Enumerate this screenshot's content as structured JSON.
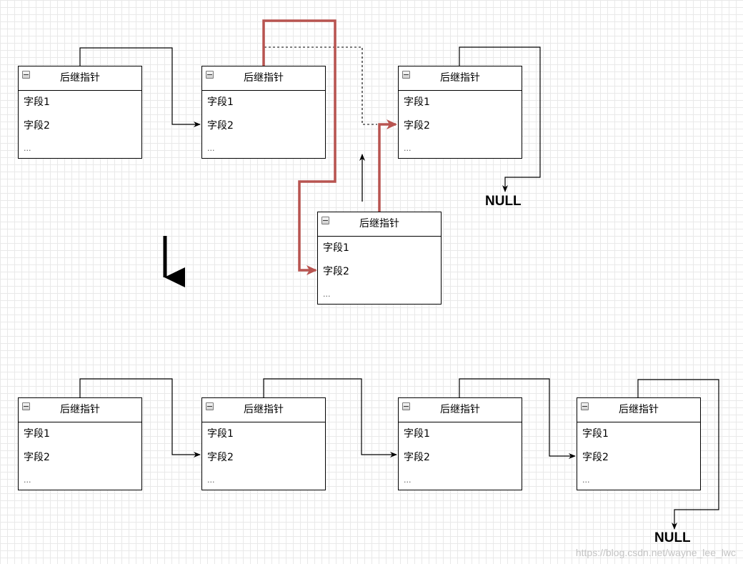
{
  "node": {
    "header": "后继指针",
    "fields": [
      "字段1",
      "字段2"
    ],
    "more": "..."
  },
  "null_label": "NULL",
  "watermark": "https://blog.csdn.net/wayne_lee_lwc",
  "colors": {
    "highlight_arrow": "#b85450",
    "line": "#000000",
    "grid": "#e9e9e9"
  }
}
